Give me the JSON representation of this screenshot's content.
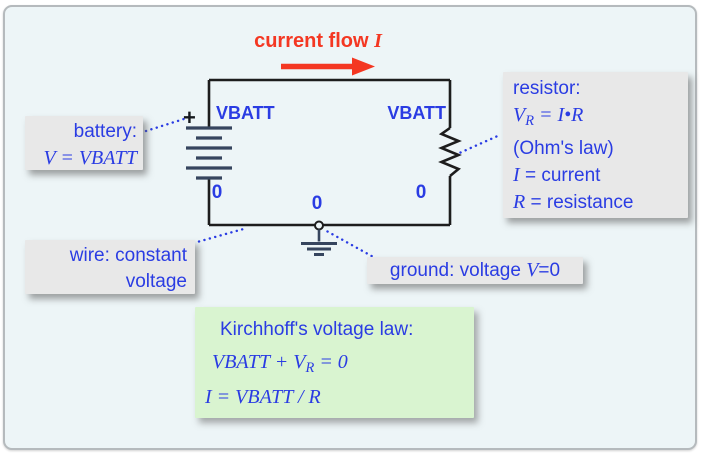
{
  "figure": {
    "current_flow": {
      "label": "current flow ",
      "symbol": "I"
    },
    "circuit": {
      "plus_sign": "+",
      "battery_top_label": "VBATT",
      "battery_bottom_label": "0",
      "resistor_top_label": "VBATT",
      "resistor_bottom_label": "0",
      "ground_node_label": "0"
    },
    "callout_battery": {
      "title": "battery:",
      "formula": "V = VBATT"
    },
    "callout_wire": {
      "line1": "wire: constant",
      "line2": "voltage"
    },
    "callout_resistor": {
      "title": "resistor:",
      "formula_base": "V",
      "formula_sub": "R",
      "formula_rhs": " = I•R",
      "note": "(Ohm's law)",
      "def_i_sym": "I",
      "def_i_text": " = current",
      "def_r_sym": "R",
      "def_r_text": " = resistance"
    },
    "callout_ground": {
      "prefix": "ground: voltage ",
      "symbol": "V",
      "suffix": "=0"
    },
    "kvl_box": {
      "title": "Kirchhoff's voltage law:",
      "eq1_lhs": "VBATT + V",
      "eq1_sub": "R",
      "eq1_rhs": " = 0",
      "eq2": "I = VBATT / R"
    },
    "colors": {
      "background": "#edf5f7",
      "frame_border": "#b5babd",
      "text_blue": "#2a3ce3",
      "accent_red": "#f43722",
      "wire_black": "#1d1d1d",
      "plate_slate": "#36455e",
      "callout_gray": "#e8e8e8",
      "callout_green": "#d9f4d0"
    }
  }
}
